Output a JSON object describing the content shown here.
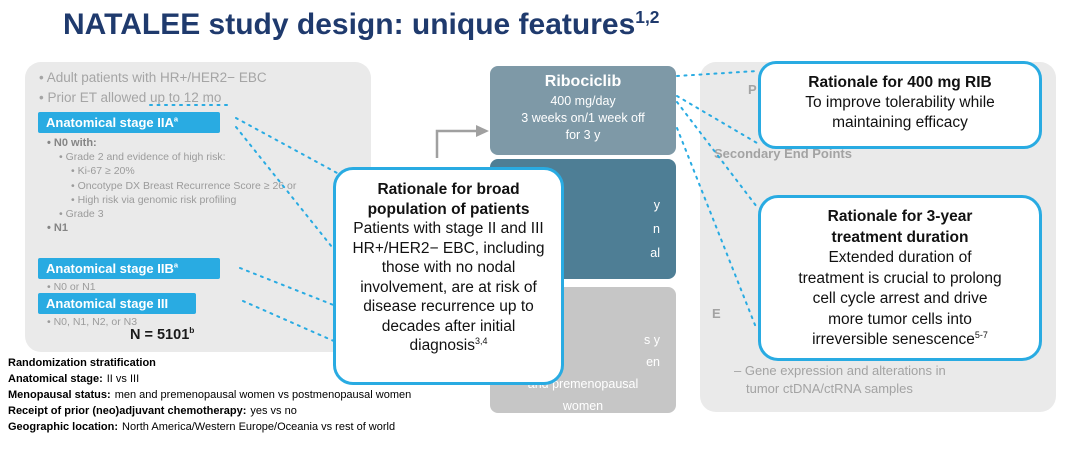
{
  "title": {
    "text": "NATALEE study design: unique features",
    "superscript": "1,2"
  },
  "eligibility_panel": {
    "bullets": [
      "Adult patients with HR+/HER2− EBC",
      "Prior ET allowed up to 12 mo"
    ],
    "stage_iia": {
      "label": "Anatomical stage IIA",
      "superscript": "a"
    },
    "iia_items": {
      "n0_with": "N0 with:",
      "grade2": "Grade 2 and evidence of high risk:",
      "ki67": "Ki-67 ≥ 20%",
      "oncotype": "Oncotype DX Breast Recurrence Score ≥ 26 or",
      "genomic": "High risk via genomic risk profiling",
      "grade3": "Grade 3",
      "n1": "N1"
    },
    "stage_iib": {
      "label": "Anatomical stage IIB",
      "superscript": "a",
      "detail": "N0 or N1"
    },
    "stage_iii": {
      "label": "Anatomical stage III",
      "detail": "N0, N1, N2, or N3"
    },
    "total": {
      "text": "N = 5101",
      "superscript": "b"
    }
  },
  "treatment": {
    "ribociclib": {
      "title": "Ribociclib",
      "line1": "400 mg/day",
      "line2": "3 weeks on/1 week off",
      "line3": "for 3 y"
    },
    "nsai_fragments": {
      "f1": "y",
      "f2": "n",
      "f3": "al"
    },
    "control_fragments": {
      "f1": "s y",
      "f2": "en",
      "f3": "and premenopausal",
      "f4": "women"
    }
  },
  "endpoints": {
    "primary_fragment": "P",
    "secondary_header": "Secondary End Points",
    "exploratory_fragment": "E",
    "exploratory_line1": "– Gene expression and alterations in",
    "exploratory_line2": "tumor ctDNA/ctRNA samples"
  },
  "callouts": {
    "rib_dose": {
      "title": "Rationale for 400 mg RIB",
      "body": "To improve tolerability while maintaining efficacy"
    },
    "population": {
      "title": "Rationale for broad population of patients",
      "body": "Patients with stage II and III HR+/HER2− EBC, including those with no nodal involvement, are at risk of disease recurrence up to decades after initial diagnosis",
      "superscript": "3,4"
    },
    "duration": {
      "title": "Rationale for 3-year treatment duration",
      "body": "Extended duration of treatment is crucial to prolong cell cycle arrest and drive more tumor cells into irreversible senescence",
      "superscript": "5-7"
    }
  },
  "stratification": {
    "lines": [
      {
        "label": "Randomization stratification",
        "rest": ""
      },
      {
        "label": "Anatomical stage:",
        "rest": "II vs III"
      },
      {
        "label": "Menopausal status:",
        "rest": "men and premenopausal women vs postmenopausal women"
      },
      {
        "label": "Receipt of prior (neo)adjuvant chemotherapy:",
        "rest": "yes vs no"
      },
      {
        "label": "Geographic location:",
        "rest": "North America/Western Europe/Oceania vs rest of world"
      }
    ]
  },
  "colors": {
    "accent_cyan": "#29abe2",
    "title_navy": "#1f3a6d",
    "panel_gray": "#eaeaea",
    "ribociclib_box": "#7e99a7",
    "nsai_box": "#4e7e95",
    "control_box": "#c6c6c6"
  }
}
